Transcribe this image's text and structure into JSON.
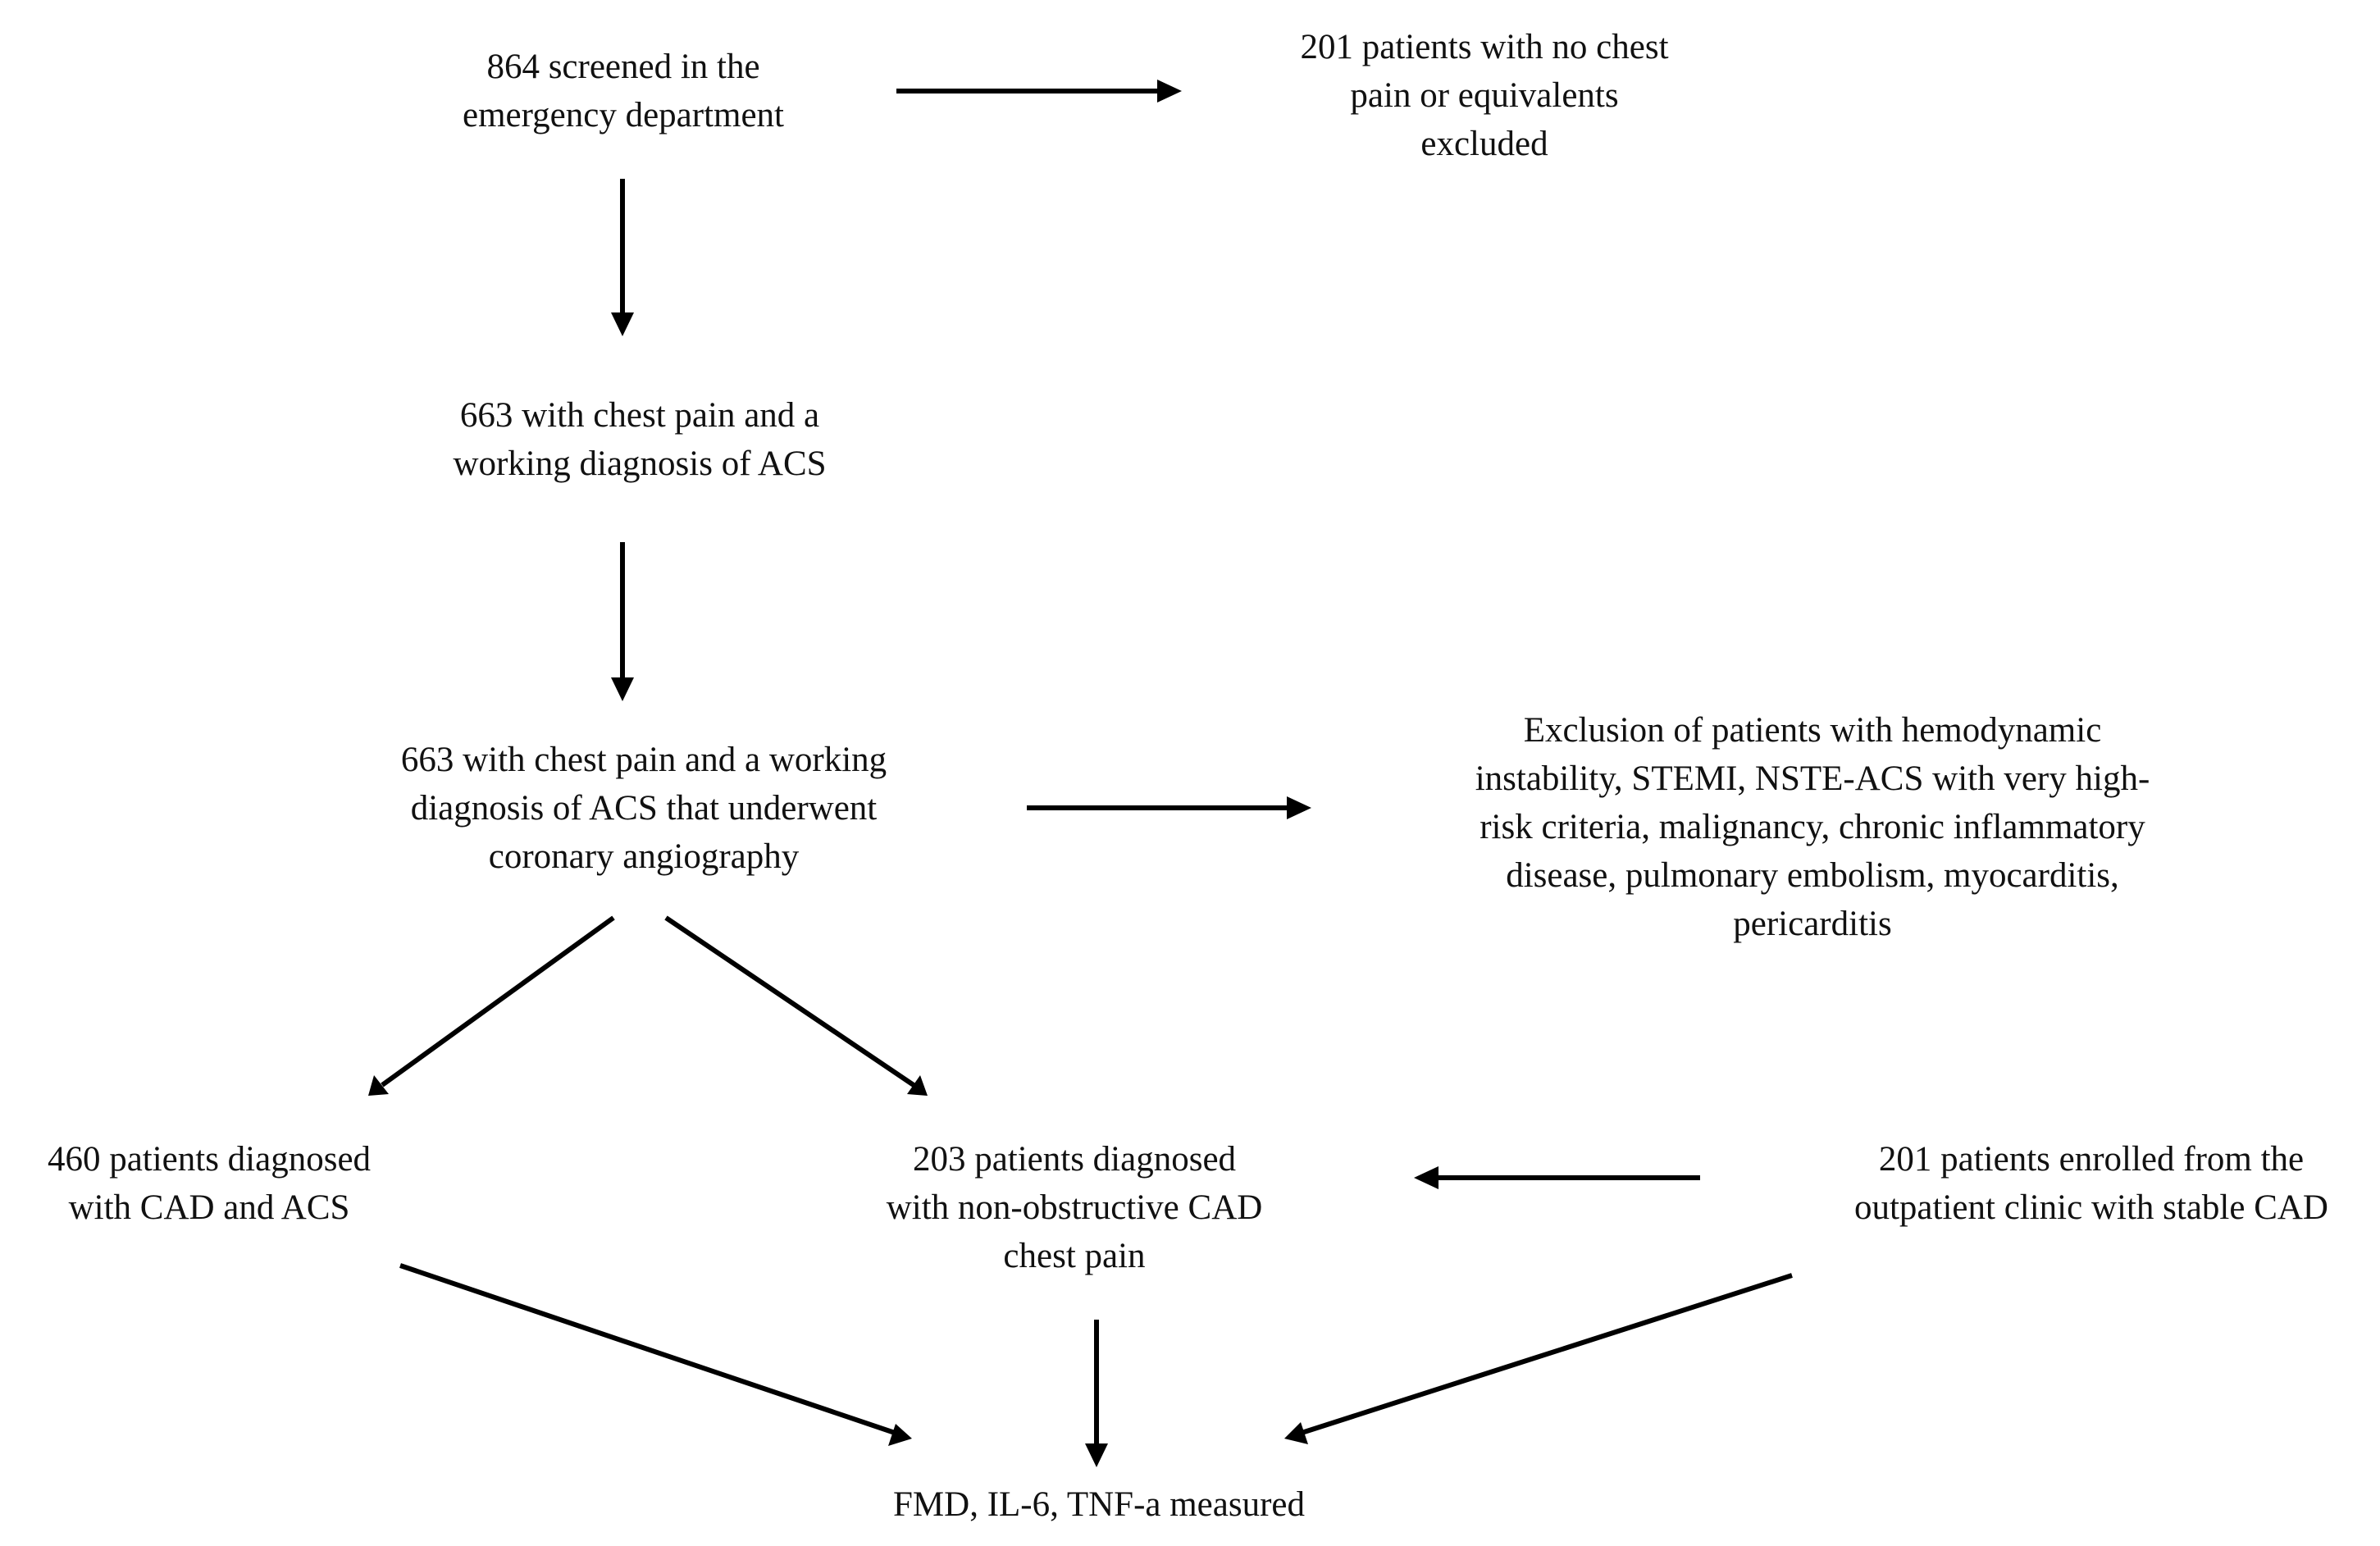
{
  "nodes": {
    "screened": {
      "lines": [
        "864 screened in the",
        "emergency department"
      ]
    },
    "excluded_no_chest_pain": {
      "lines": [
        "201 patients with no chest",
        "pain or equivalents",
        "excluded"
      ]
    },
    "working_diagnosis": {
      "lines": [
        "663 with chest pain and a",
        "working diagnosis of ACS"
      ]
    },
    "underwent_angiography": {
      "lines": [
        "663 with chest pain and a working",
        "diagnosis of ACS that underwent",
        "coronary angiography"
      ]
    },
    "exclusion_criteria": {
      "lines": [
        "Exclusion of patients with hemodynamic",
        "instability, STEMI, NSTE-ACS with very high-",
        "risk criteria, malignancy, chronic inflammatory",
        "disease, pulmonary embolism, myocarditis,",
        "pericarditis"
      ]
    },
    "cad_acs": {
      "lines": [
        "460 patients diagnosed",
        "with CAD and ACS"
      ]
    },
    "non_obstructive": {
      "lines": [
        "203 patients diagnosed",
        "with non-obstructive CAD",
        "chest pain"
      ]
    },
    "outpatient": {
      "lines": [
        "201 patients enrolled from the",
        "outpatient clinic with stable CAD"
      ]
    },
    "measured": {
      "lines": [
        "FMD, IL-6, TNF-a measured"
      ]
    }
  },
  "style": {
    "arrow_color": "#000000"
  }
}
